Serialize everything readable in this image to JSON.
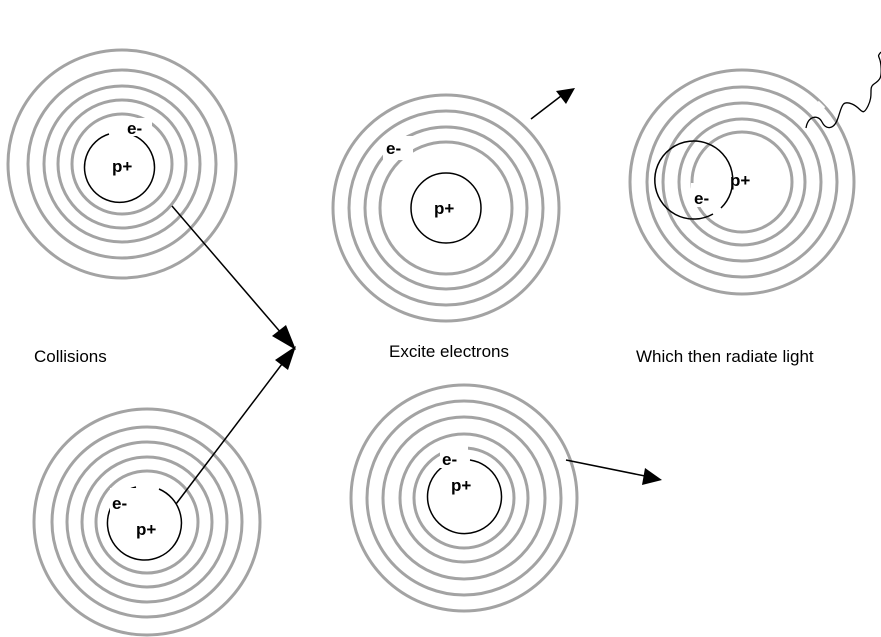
{
  "labels": {
    "proton": "p+",
    "electron": "e-"
  },
  "captions": {
    "collisions": "Collisions",
    "excite": "Excite electrons",
    "radiate": "Which then radiate light"
  },
  "colors": {
    "orbit_ring": "#a3a3a3",
    "line": "#000000"
  },
  "atoms": [
    {
      "id": "atom-top-left",
      "state": "ground"
    },
    {
      "id": "atom-bottom-left",
      "state": "ground"
    },
    {
      "id": "atom-top-middle",
      "state": "excited"
    },
    {
      "id": "atom-bottom-middle",
      "state": "ground"
    },
    {
      "id": "atom-top-right",
      "state": "radiating"
    }
  ]
}
